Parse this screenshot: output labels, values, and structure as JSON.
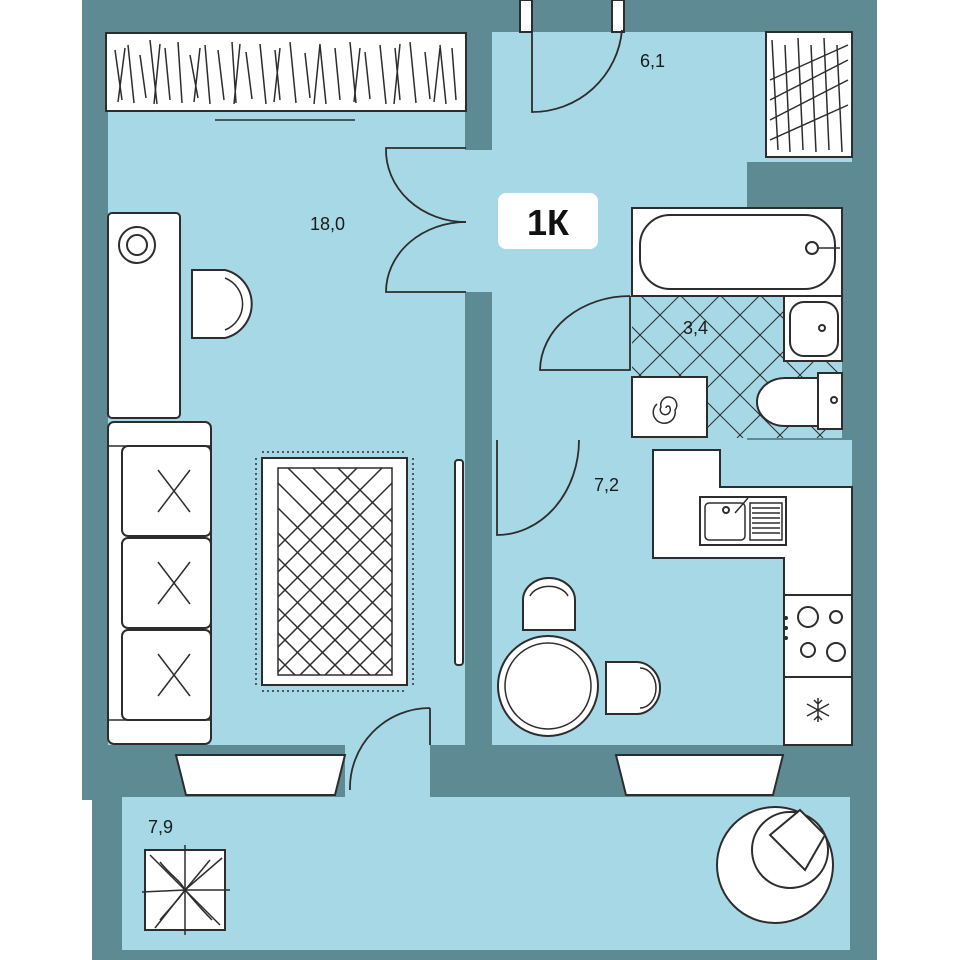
{
  "plan": {
    "type_badge": "1К",
    "colors": {
      "wall": "#5e8a94",
      "floor": "#a7d8e6",
      "furniture": "#ffffff",
      "line": "#2d2d2d"
    },
    "rooms": [
      {
        "id": "living-room",
        "area": "18,0"
      },
      {
        "id": "hallway",
        "area": "6,1"
      },
      {
        "id": "bathroom",
        "area": "3,4"
      },
      {
        "id": "kitchen",
        "area": "7,2"
      },
      {
        "id": "loggia",
        "area": "7,9"
      }
    ],
    "icons": [
      "wardrobe-icon",
      "armchair-icon",
      "sofa-icon",
      "rug-icon",
      "bathtub-icon",
      "sink-icon",
      "toilet-icon",
      "washing-machine-icon",
      "kitchen-sink-icon",
      "stove-icon",
      "fridge-icon",
      "dining-table-icon",
      "chair-icon",
      "plant-icon",
      "door-icon",
      "window-icon"
    ]
  }
}
